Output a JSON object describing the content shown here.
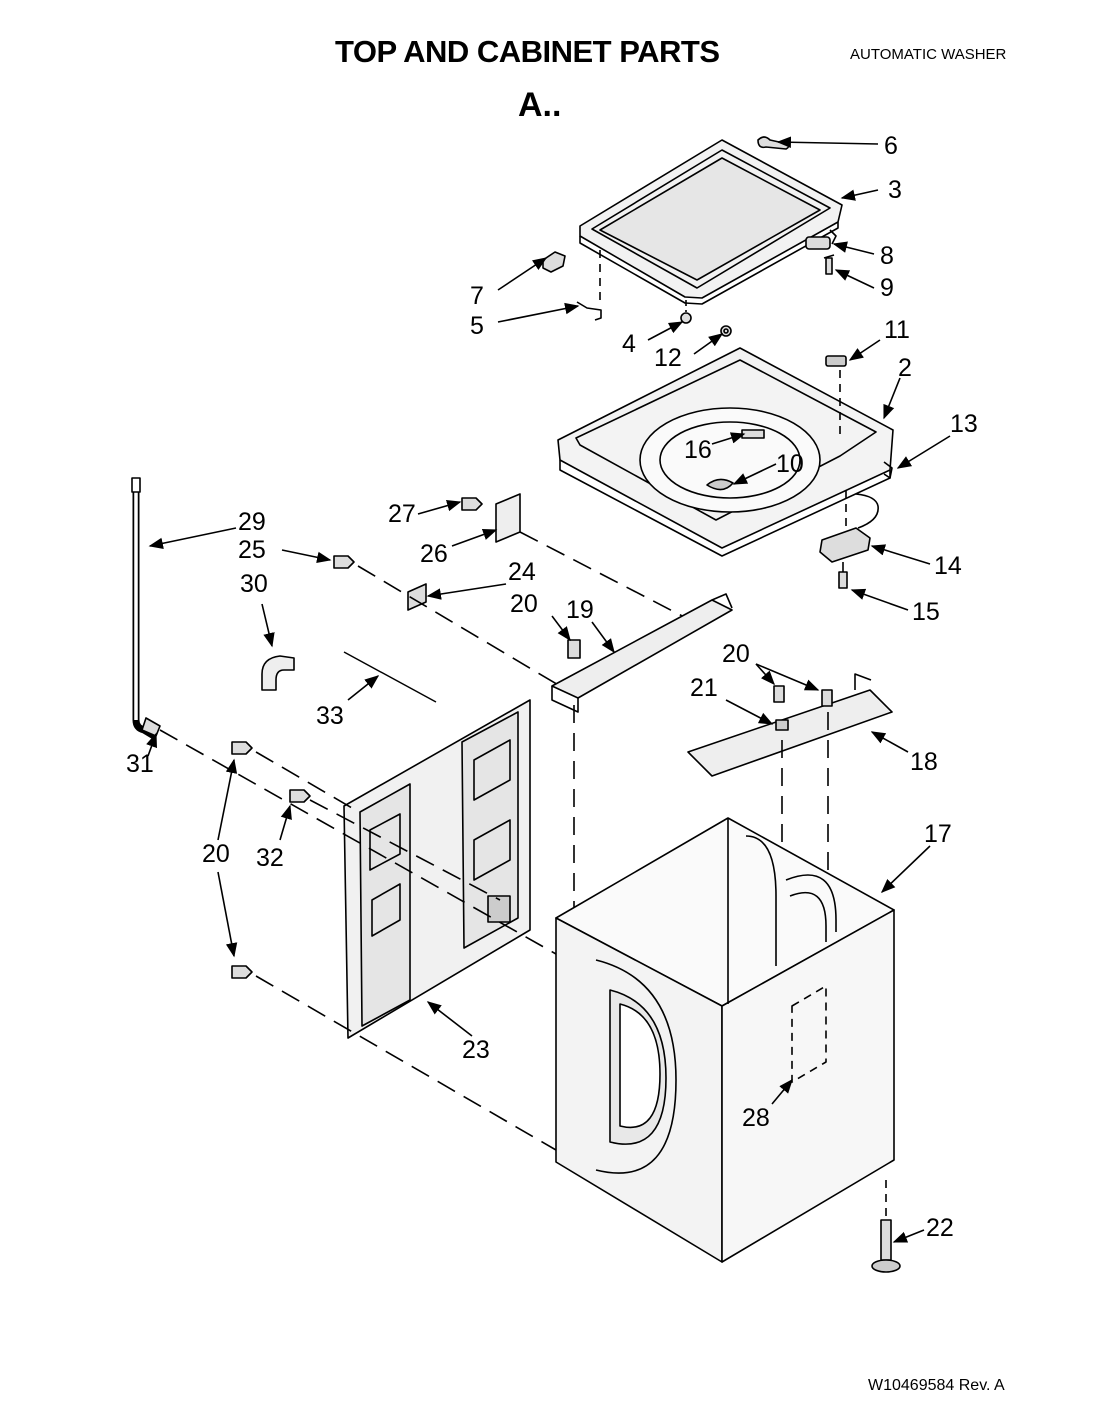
{
  "header": {
    "title": "TOP AND CABINET PARTS",
    "subtitle": "AUTOMATIC WASHER",
    "section": "A.."
  },
  "footer": {
    "doc_number": "W10469584 Rev. A"
  },
  "callouts": {
    "c2": "2",
    "c3": "3",
    "c4": "4",
    "c5": "5",
    "c6": "6",
    "c7": "7",
    "c8": "8",
    "c9": "9",
    "c10": "10",
    "c11": "11",
    "c12": "12",
    "c13": "13",
    "c14": "14",
    "c15": "15",
    "c16": "16",
    "c17": "17",
    "c18": "18",
    "c19": "19",
    "c20a": "20",
    "c20b": "20",
    "c20c": "20",
    "c21": "21",
    "c22": "22",
    "c23": "23",
    "c24": "24",
    "c25": "25",
    "c26": "26",
    "c27": "27",
    "c28": "28",
    "c29": "29",
    "c30": "30",
    "c31": "31",
    "c32": "32",
    "c33": "33"
  }
}
